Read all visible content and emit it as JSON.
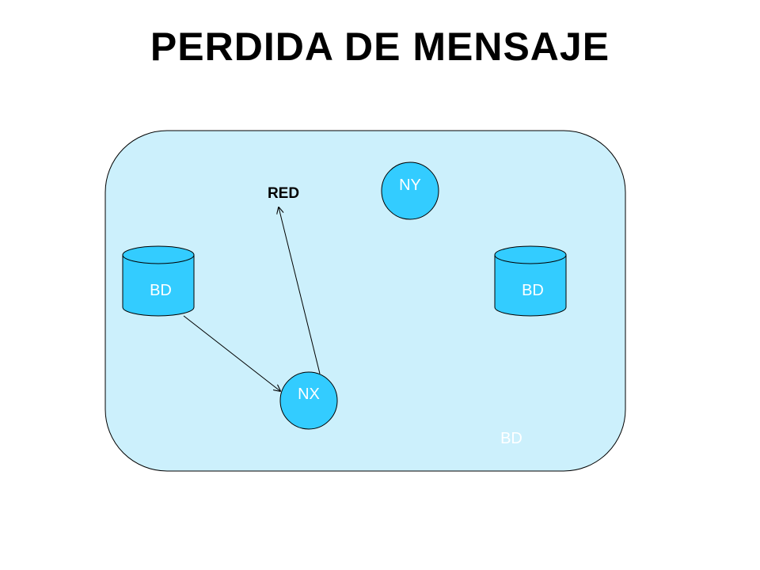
{
  "title": "PERDIDA DE MENSAJE",
  "network": {
    "label": "RED",
    "fill_color": "#ccf0fc"
  },
  "nodes": {
    "ny": {
      "label": "NY"
    },
    "nx": {
      "label": "NX"
    }
  },
  "databases": {
    "left": {
      "label": "BD"
    },
    "right": {
      "label": "BD"
    },
    "lower_right": {
      "label": "BD"
    }
  },
  "colors": {
    "node_fill": "#33ccff",
    "node_text": "#ffffff",
    "network_label": "#000000",
    "ghost_label": "#ffffff"
  }
}
